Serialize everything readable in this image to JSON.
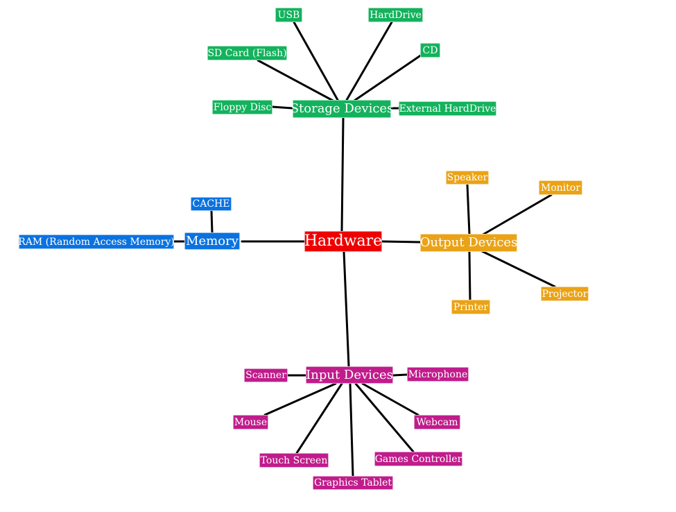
{
  "colors": {
    "root": "#ee0000",
    "storage": "#13b25c",
    "memory": "#0a72e0",
    "output": "#eaa316",
    "input": "#c01c8b",
    "line": "#000000"
  },
  "root": {
    "label": "Hardware"
  },
  "storage": {
    "label": "Storage Devices",
    "children": [
      "USB",
      "HardDrive",
      "SD Card (Flash)",
      "CD",
      "Floppy Disc",
      "External HardDrive"
    ]
  },
  "memory": {
    "label": "Memory",
    "children": [
      "CACHE",
      "RAM (Random Access Memory)"
    ]
  },
  "output": {
    "label": "Output Devices",
    "children": [
      "Speaker",
      "Monitor",
      "Printer",
      "Projector"
    ]
  },
  "input": {
    "label": "Input Devices",
    "children": [
      "Scanner",
      "Microphone",
      "Mouse",
      "Webcam",
      "Touch Screen",
      "Games Controller",
      "Graphics Tablet"
    ]
  }
}
